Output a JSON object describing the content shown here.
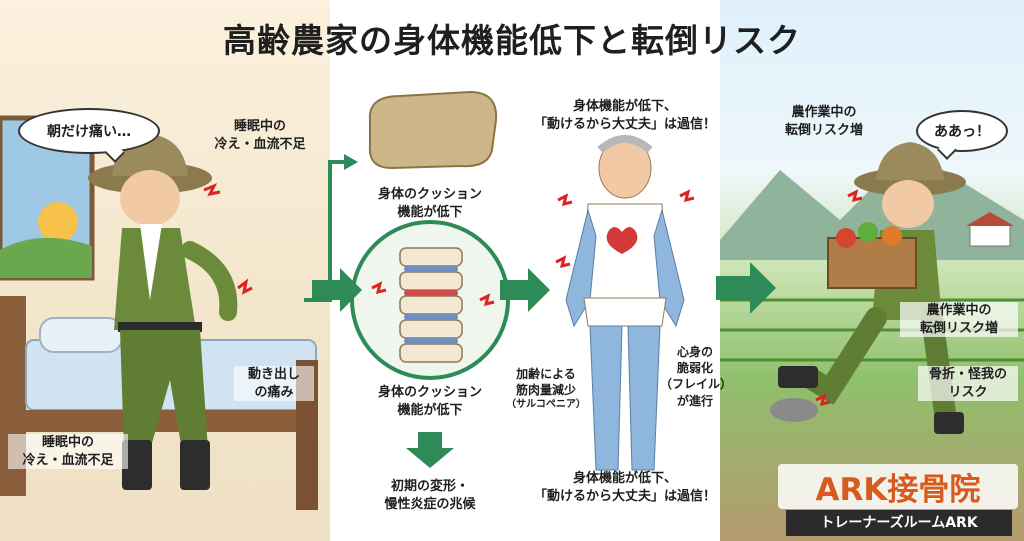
{
  "title": "高齢農家の身体機能低下と転倒リスク",
  "panel1": {
    "bubble": "朝だけ痛い…",
    "label_top": [
      "睡眠中の",
      "冷え・血流不足"
    ],
    "label_mid": [
      "動き出し",
      "の痛み"
    ],
    "label_bottom": [
      "睡眠中の",
      "冷え・血流不足"
    ]
  },
  "panel2": {
    "label_top": [
      "身体のクッション",
      "機能が低下"
    ],
    "label_mid": [
      "身体のクッション",
      "機能が低下"
    ],
    "label_bottom": [
      "初期の変形・",
      "慢性炎症の兆候"
    ]
  },
  "panel3": {
    "label_top": [
      "身体機能が低下、",
      "「動けるから大丈夫」は過信！"
    ],
    "label_left": [
      "加齢による",
      "筋肉量減少",
      "（サルコペニア）"
    ],
    "label_right": [
      "心身の",
      "脆弱化",
      "（フレイル）",
      "が進行"
    ],
    "label_bottom": [
      "身体機能が低下、",
      "「動けるから大丈夫」は過信！"
    ]
  },
  "panel4": {
    "label_top": [
      "農作業中の",
      "転倒リスク増"
    ],
    "bubble": "ああっ！",
    "label_mid": [
      "農作業中の",
      "転倒リスク増"
    ],
    "label_bottom": [
      "骨折・怪我の",
      "リスク"
    ]
  },
  "brand": {
    "name": "ARK接骨院",
    "sub": "トレーナーズルームARK"
  },
  "colors": {
    "arrow_green": "#2e8b57",
    "brand_orange": "#d75a1f",
    "uniform_green": "#6b8a3a"
  }
}
